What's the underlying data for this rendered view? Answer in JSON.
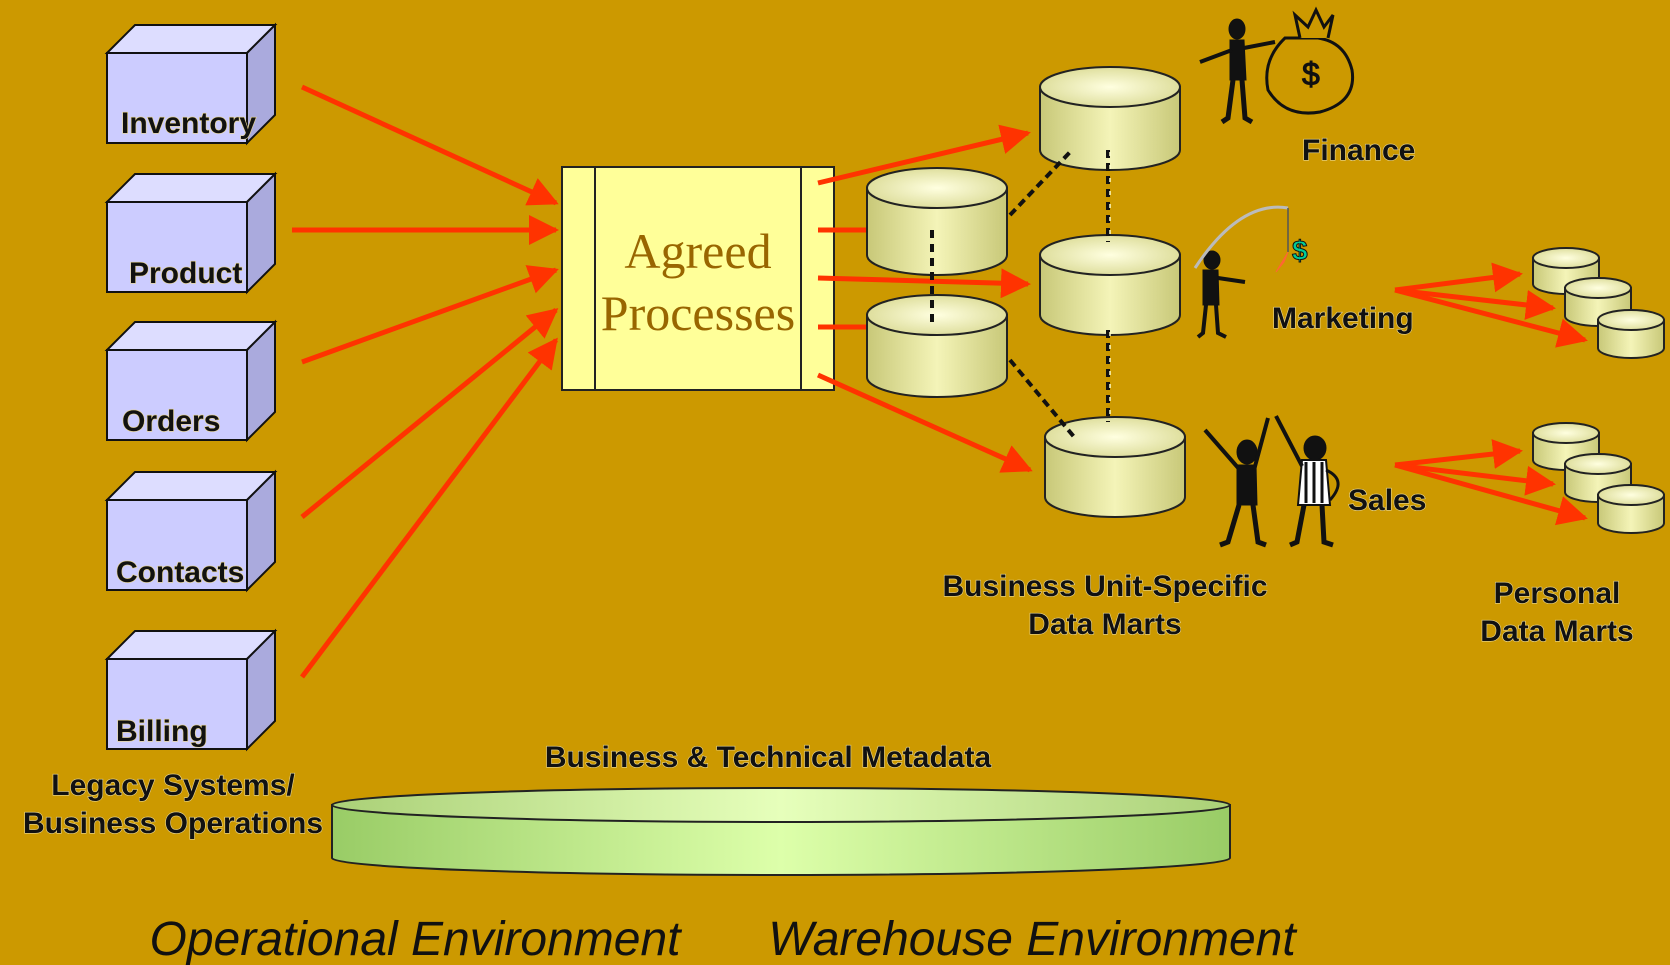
{
  "colors": {
    "background": "#CC9900",
    "arrow": "#FF3300",
    "box_face": "#CCCCFF",
    "box_side": "#AAAADD",
    "process_fill": "#FFFF99",
    "mart_fill": "#EEEE99",
    "metadata_fill": "#BBEE88"
  },
  "legacy": {
    "systems": [
      "Inventory",
      "Product",
      "Orders",
      "Contacts",
      "Billing"
    ],
    "caption_line1": "Legacy Systems/",
    "caption_line2": "Business Operations"
  },
  "process": {
    "line1": "Agreed",
    "line2": "Processes"
  },
  "business_units": {
    "finance": "Finance",
    "marketing": "Marketing",
    "sales": "Sales",
    "finance_icon": "person-with-money-bag-icon",
    "marketing_icon": "person-fishing-icon",
    "sales_icon": "people-high-five-icon"
  },
  "marts_caption": {
    "line1": "Business Unit-Specific",
    "line2": "Data Marts"
  },
  "personal_caption": {
    "line1": "Personal",
    "line2": "Data Marts"
  },
  "metadata": {
    "label": "Business & Technical Metadata"
  },
  "environments": {
    "operational": "Operational Environment",
    "warehouse": "Warehouse Environment"
  }
}
